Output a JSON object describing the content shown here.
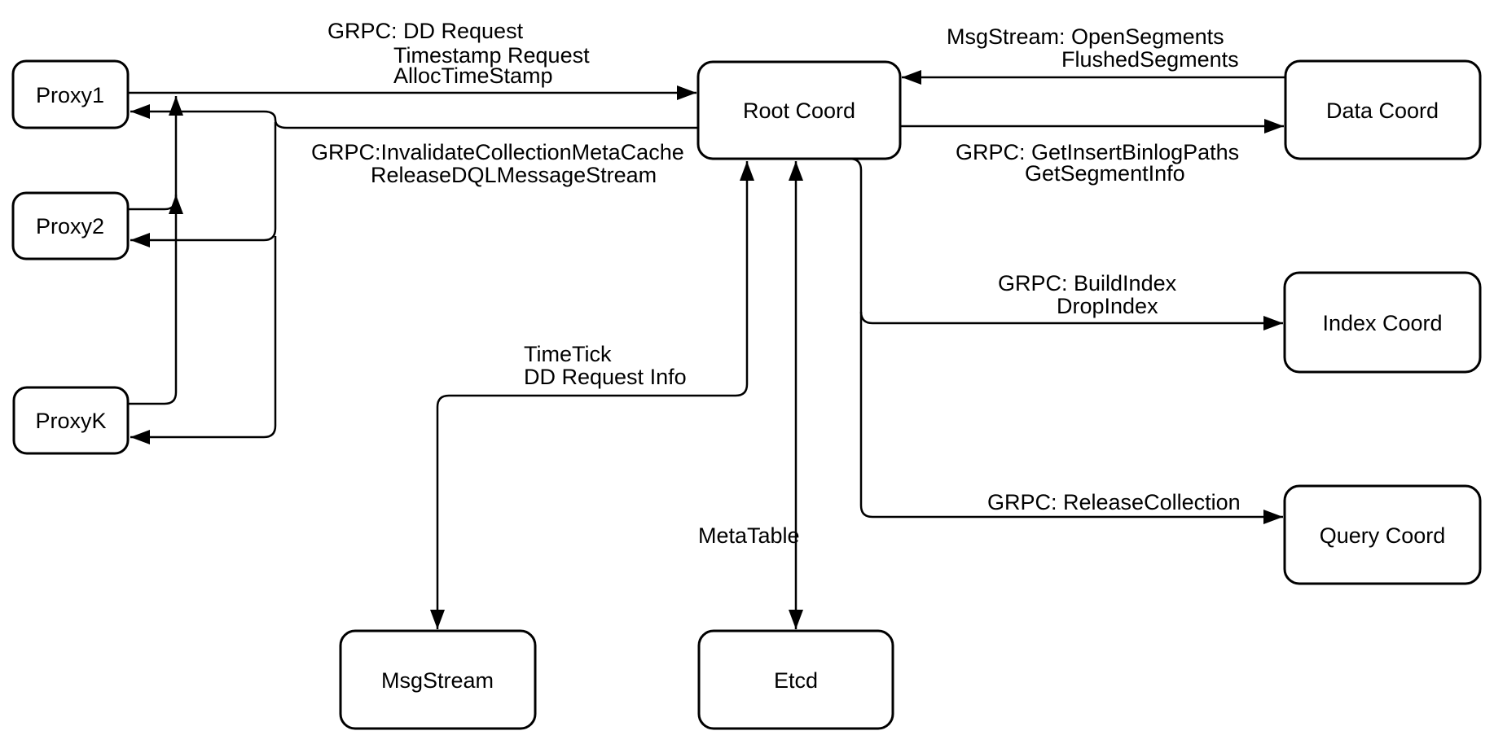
{
  "diagram": {
    "background_color": "#ffffff",
    "stroke_color": "#000000",
    "node_fill_color": "#ffffff",
    "text_color": "#000000",
    "nodes": {
      "proxy1": {
        "label": "Proxy1"
      },
      "proxy2": {
        "label": "Proxy2"
      },
      "proxyk": {
        "label": "ProxyK"
      },
      "root_coord": {
        "label": "Root Coord"
      },
      "data_coord": {
        "label": "Data Coord"
      },
      "index_coord": {
        "label": "Index Coord"
      },
      "query_coord": {
        "label": "Query Coord"
      },
      "msg_stream": {
        "label": "MsgStream"
      },
      "etcd": {
        "label": "Etcd"
      }
    },
    "edge_labels": {
      "proxy_to_root": {
        "line1": "GRPC: DD Request",
        "line2": "Timestamp Request",
        "line3": "AllocTimeStamp"
      },
      "root_to_proxy": {
        "line1": "GRPC:InvalidateCollectionMetaCache",
        "line2": "ReleaseDQLMessageStream"
      },
      "data_to_root": {
        "line1": "MsgStream: OpenSegments",
        "line2": "FlushedSegments"
      },
      "root_to_data": {
        "line1": "GRPC: GetInsertBinlogPaths",
        "line2": "GetSegmentInfo"
      },
      "root_to_index": {
        "line1": "GRPC: BuildIndex",
        "line2": "DropIndex"
      },
      "root_to_query": {
        "line1": "GRPC: ReleaseCollection"
      },
      "root_to_msgstream": {
        "line1": "TimeTick",
        "line2": "DD Request Info"
      },
      "root_to_etcd": {
        "line1": "MetaTable"
      }
    }
  }
}
